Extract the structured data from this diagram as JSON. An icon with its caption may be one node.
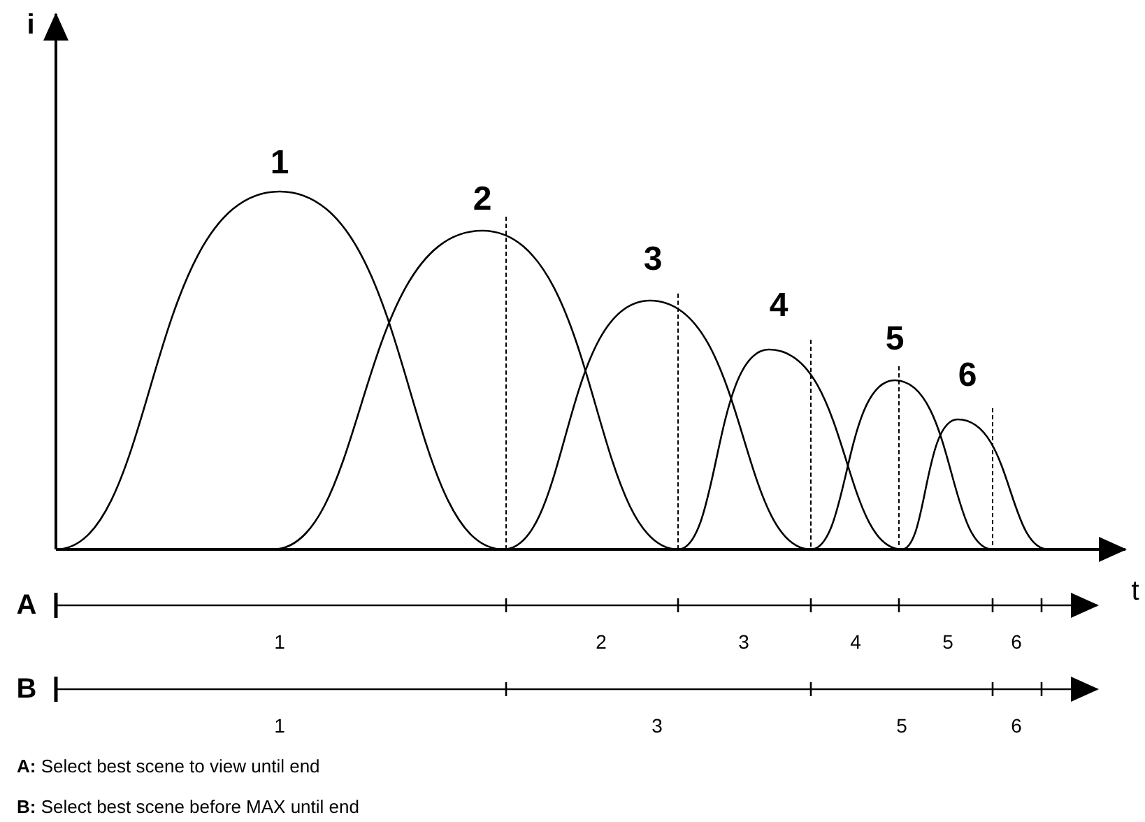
{
  "diagram": {
    "labels": [
      "i",
      "1",
      "2",
      "3",
      "4",
      "5",
      "6",
      "t",
      "A",
      "1",
      "2",
      "3",
      "4",
      "5",
      "6",
      "B",
      "1",
      "3",
      "5",
      "6",
      "**A:** Select best scene to view until end",
      "**B:** Select best scene before MAX until end"
    ]
  }
}
